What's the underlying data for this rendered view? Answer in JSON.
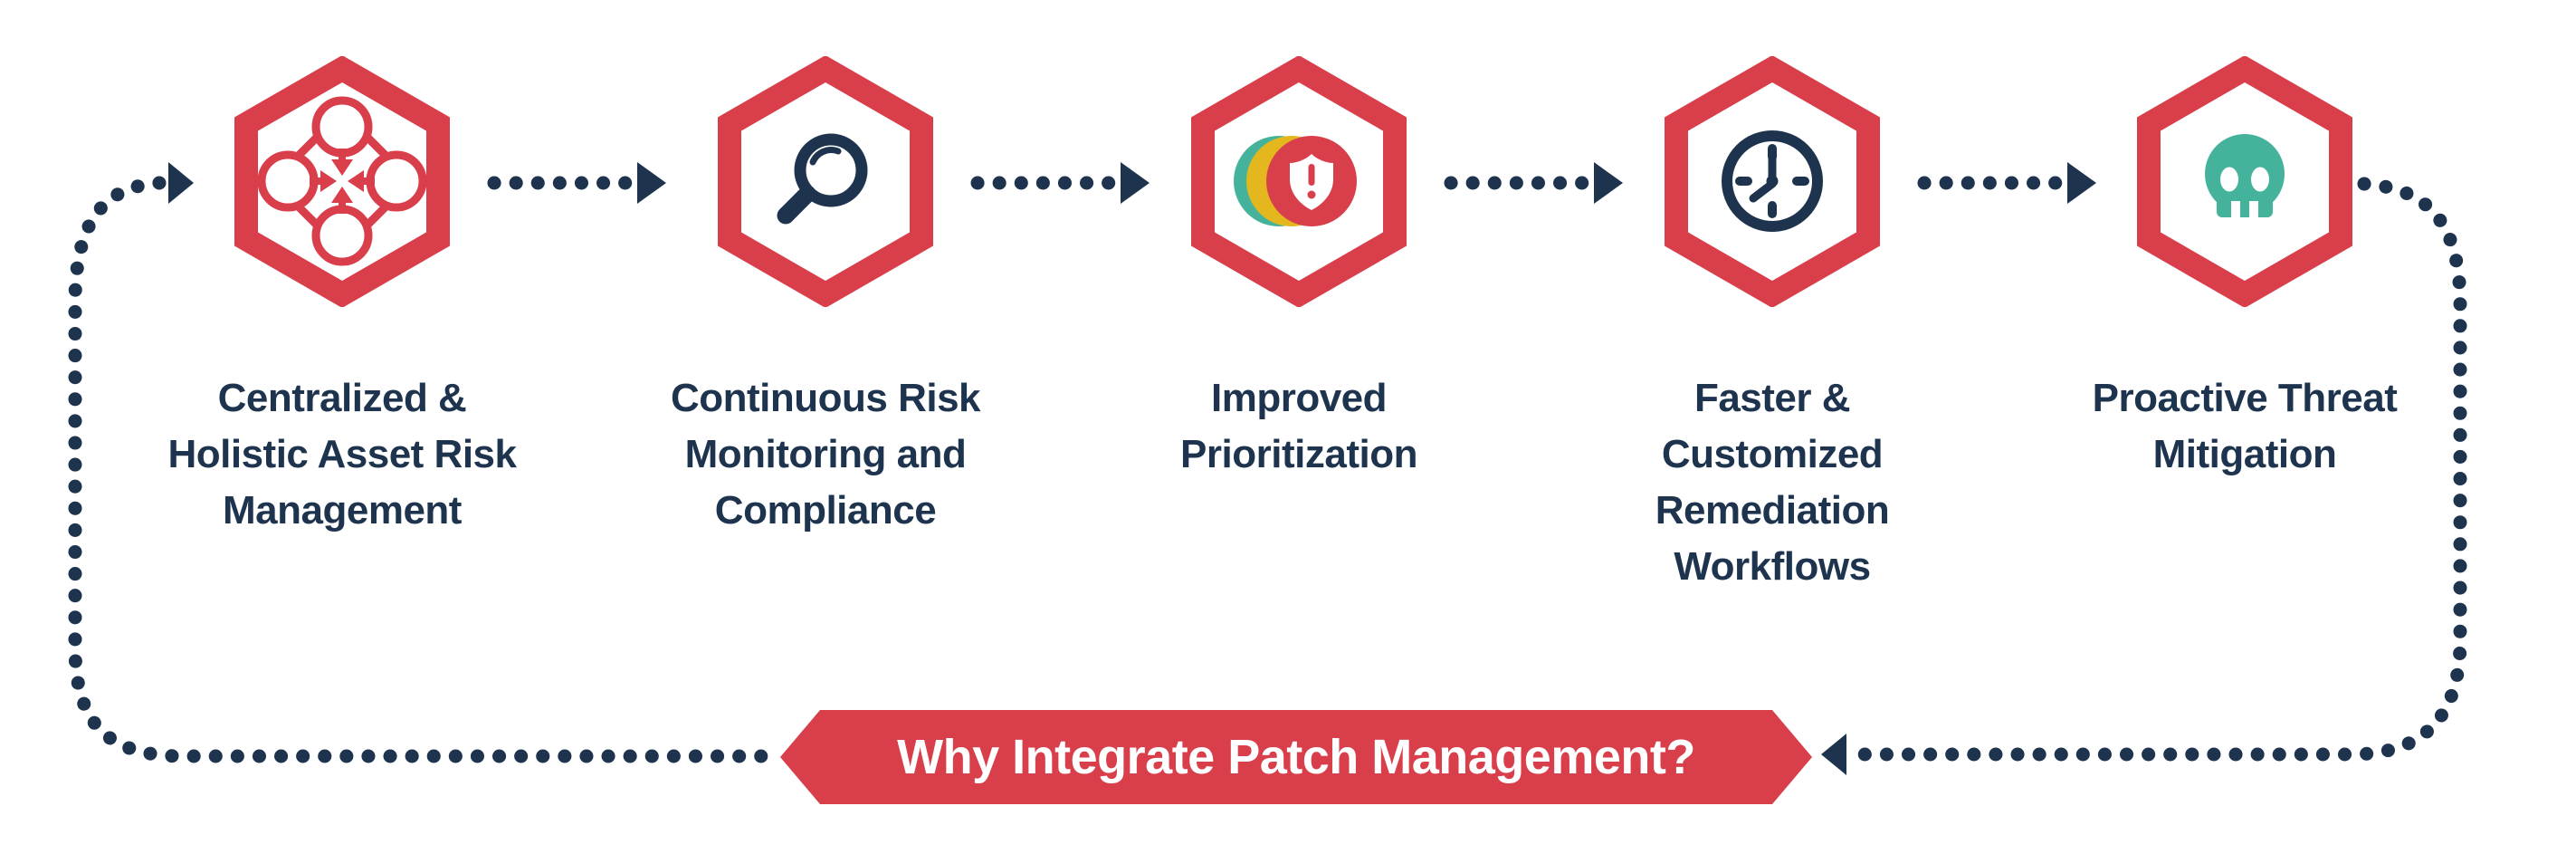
{
  "banner": {
    "label": "Why Integrate Patch Management?"
  },
  "steps": [
    {
      "icon": "centralized-asset-network-icon",
      "label": "Centralized &\nHolistic Asset Risk\nManagement"
    },
    {
      "icon": "magnifier-icon",
      "label": "Continuous Risk\nMonitoring and\nCompliance"
    },
    {
      "icon": "layered-shield-alert-icon",
      "label": "Improved\nPrioritization"
    },
    {
      "icon": "clock-icon",
      "label": "Faster &\nCustomized\nRemediation\nWorkflows"
    },
    {
      "icon": "skull-icon",
      "label": "Proactive Threat\nMitigation"
    }
  ],
  "colors": {
    "red": "#D93E4B",
    "navy": "#1E344E",
    "teal": "#45B39C",
    "yellow": "#E4B71F",
    "white": "#FFFFFF"
  }
}
